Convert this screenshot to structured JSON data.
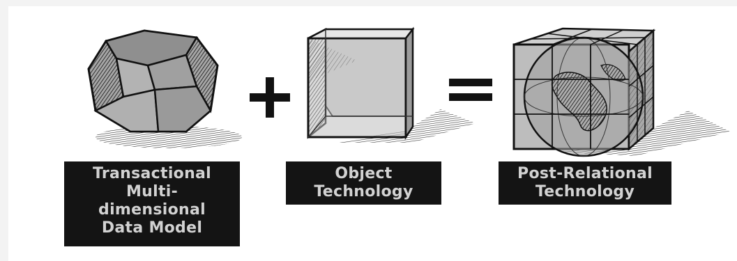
{
  "figures": [
    {
      "name": "transactional-polyhedron",
      "icon": "truncated-cube-icon",
      "label_lines": [
        "Transactional",
        "Multi-",
        "dimensional",
        "Data Model"
      ]
    },
    {
      "name": "object-cube",
      "icon": "transparent-cube-icon",
      "label_lines": [
        "Object",
        "Technology"
      ]
    },
    {
      "name": "post-relational-cube",
      "icon": "globe-cube-icon",
      "label_lines": [
        "Post-Relational",
        "Technology"
      ]
    }
  ],
  "operators": {
    "plus": "plus-icon",
    "equals": "equals-icon"
  },
  "colors": {
    "label_background": "#141414",
    "label_text": "#d2d2d2",
    "ink": "#1a1a1a",
    "shade": "#9a9a9a"
  }
}
